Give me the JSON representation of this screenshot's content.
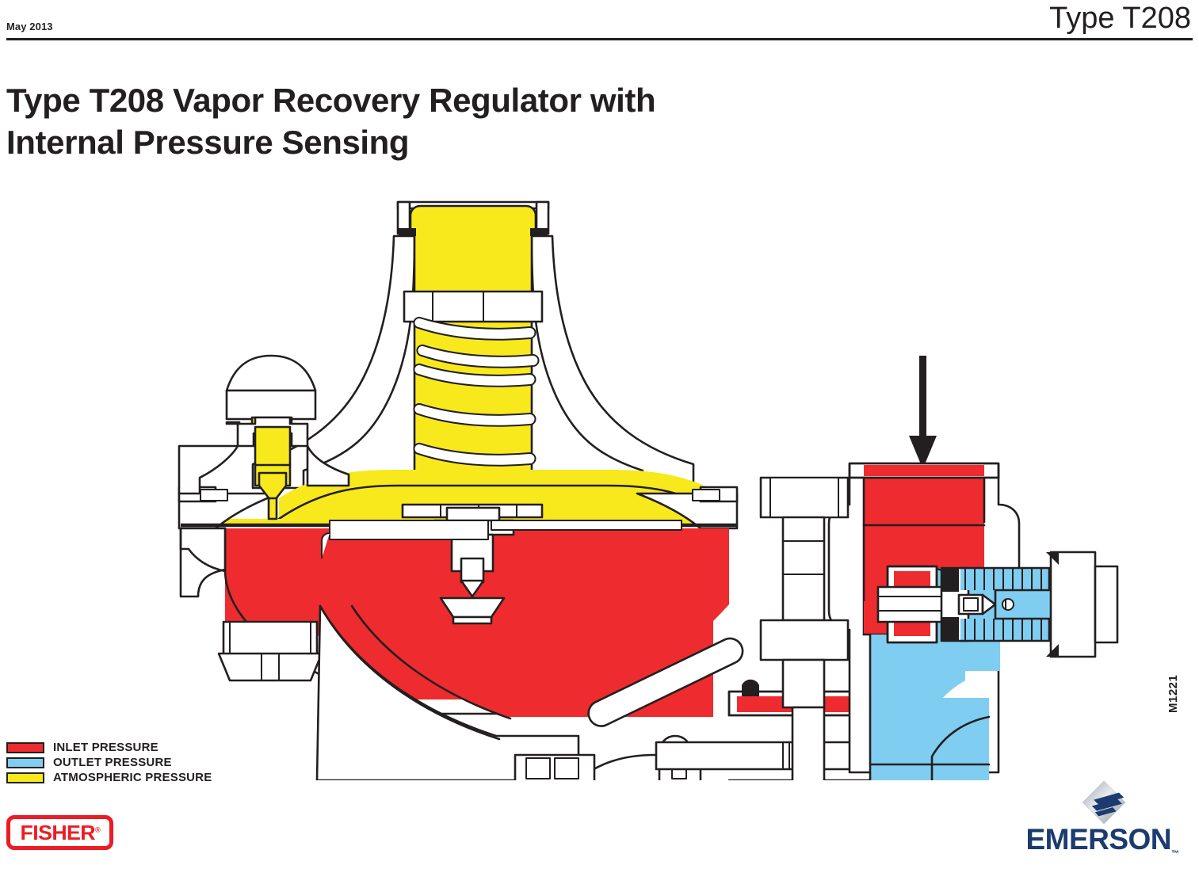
{
  "header": {
    "date": "May 2013",
    "type_label": "Type T208"
  },
  "title": {
    "line1": "Type T208 Vapor Recovery Regulator with",
    "line2": "Internal Pressure Sensing"
  },
  "legend": {
    "items": [
      {
        "label": "INLET PRESSURE",
        "color": "#ee2b2e"
      },
      {
        "label": "OUTLET PRESSURE",
        "color": "#7fcdf0"
      },
      {
        "label": "ATMOSPHERIC PRESSURE",
        "color": "#f7e91c"
      }
    ]
  },
  "drawing": {
    "number": "M1221",
    "description": "Cross-section cutaway of Type T208 vapor recovery regulator",
    "colors": {
      "inlet": "#ee2b2e",
      "outlet": "#7fcdf0",
      "atmospheric": "#f7e91c",
      "metal": "#ffffff",
      "outline": "#231f20"
    },
    "flow_arrows": [
      {
        "name": "inlet-flow-arrow",
        "direction": "down"
      },
      {
        "name": "outlet-flow-arrow",
        "direction": "down"
      }
    ]
  },
  "brand": {
    "fisher": "FISHER",
    "fisher_mark": "®",
    "emerson": "EMERSON",
    "emerson_mark": "™"
  }
}
